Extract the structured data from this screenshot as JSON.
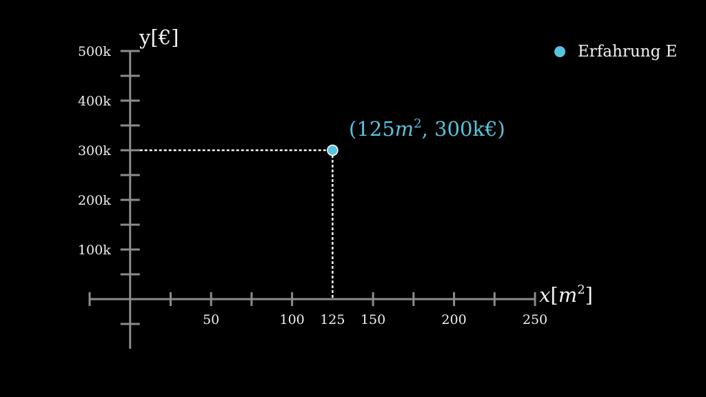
{
  "chart_data": {
    "type": "scatter",
    "colors": {
      "axis": "#8c8c8c",
      "point": "#58c4dd",
      "guide": "#ffffff",
      "text": "#f0f0f0"
    },
    "x_axis": {
      "range": [
        -25,
        250
      ],
      "major_ticks": [
        50,
        100,
        150,
        200,
        250
      ],
      "minor_ticks": [
        -25,
        25,
        75,
        175,
        225
      ],
      "tick_labels": [
        "50",
        "100",
        "150",
        "200",
        "250"
      ],
      "extra_tick": {
        "value": 125,
        "label": "125"
      },
      "label_var": "x",
      "label_unit": "m",
      "label_unit_exp": "2"
    },
    "y_axis": {
      "range": [
        -100,
        500
      ],
      "major_ticks": [
        100,
        200,
        300,
        400,
        500
      ],
      "minor_ticks": [
        50,
        150,
        250,
        350,
        450,
        -50
      ],
      "tick_labels": [
        "100k",
        "200k",
        "300k",
        "400k",
        "500k"
      ],
      "label": "y[€]"
    },
    "points": [
      {
        "x": 125,
        "y": 300,
        "series": "Erfahrung E"
      }
    ],
    "annotation": {
      "open": "(125",
      "var": "m",
      "exp": "2",
      "rest": ", 300k€)"
    },
    "legend": {
      "position": "top-right",
      "entries": [
        {
          "name": "Erfahrung E"
        }
      ]
    },
    "grid": false
  }
}
